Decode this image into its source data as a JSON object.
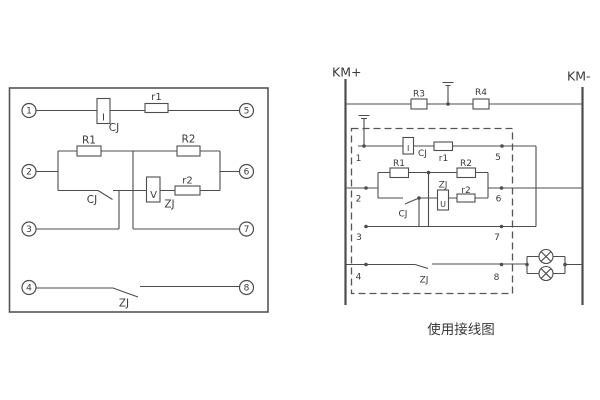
{
  "left_diagram": {
    "terminals": {
      "t1": "1",
      "t2": "2",
      "t3": "3",
      "t4": "4",
      "t5": "5",
      "t6": "6",
      "t7": "7",
      "t8": "8"
    },
    "labels": {
      "current_coil_letter": "I",
      "current_coil_relay": "CJ",
      "r1": "r1",
      "R1": "R1",
      "R2": "R2",
      "r2": "r2",
      "cj_contact": "CJ",
      "voltage_coil_letter": "V",
      "voltage_coil_relay": "ZJ",
      "zj_contact": "ZJ"
    }
  },
  "right_diagram": {
    "bus": {
      "positive": "KM+",
      "negative": "KM-"
    },
    "terminals": {
      "t1": "1",
      "t2": "2",
      "t3": "3",
      "t4": "4",
      "t5": "5",
      "t6": "6",
      "t7": "7",
      "t8": "8"
    },
    "labels": {
      "R3": "R3",
      "R4": "R4",
      "current_coil_letter": "I",
      "current_coil_relay": "CJ",
      "r1": "r1",
      "R1": "R1",
      "R2": "R2",
      "r2": "r2",
      "voltage_coil_letter": "U",
      "voltage_coil_relay": "ZJ",
      "cj_contact": "CJ",
      "zj_contact": "ZJ"
    },
    "caption": "使用接线图"
  },
  "colors": {
    "line": "#4d4d4d",
    "text": "#3a3a3a",
    "background": "#ffffff"
  }
}
